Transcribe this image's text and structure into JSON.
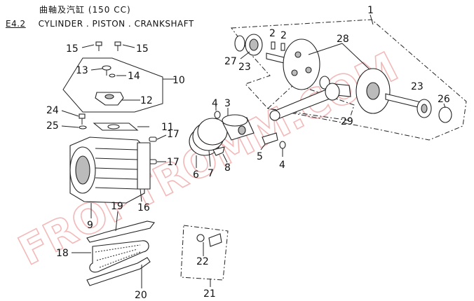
{
  "header": {
    "title_cn": "曲軸及汽缸 (150 CC)",
    "section_code": "E4.2",
    "section_title": "CYLINDER . PISTON . CRANKSHAFT"
  },
  "watermark": "FROPTROMM.COM",
  "callouts": {
    "c1": "1",
    "c2a": "2",
    "c2b": "2",
    "c3": "3",
    "c4a": "4",
    "c4b": "4",
    "c5": "5",
    "c6": "6",
    "c7": "7",
    "c8": "8",
    "c9": "9",
    "c10": "10",
    "c11": "11",
    "c12": "12",
    "c13": "13",
    "c14": "14",
    "c15a": "15",
    "c15b": "15",
    "c16": "16",
    "c17a": "17",
    "c17b": "17",
    "c18": "18",
    "c19": "19",
    "c20": "20",
    "c21": "21",
    "c22": "22",
    "c23a": "23",
    "c23b": "23",
    "c24": "24",
    "c25": "25",
    "c26": "26",
    "c27": "27",
    "c28": "28",
    "c29": "29"
  }
}
